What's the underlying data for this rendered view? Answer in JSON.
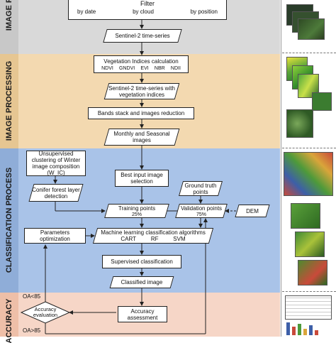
{
  "sections": [
    {
      "label": "IMAGE P",
      "color": "#d9d9d9"
    },
    {
      "label": "IMAGE PROCESSING",
      "color": "#f3d9b0"
    },
    {
      "label": "CLASSIFICATION PROCESS",
      "color": "#a9c3e8"
    },
    {
      "label": "ACCURACY",
      "color": "#f6d6c7"
    }
  ],
  "nodes": {
    "filter": "Filter",
    "filter_by_date": "by date",
    "filter_by_cloud": "by cloud",
    "filter_by_position": "by position",
    "s2_timeseries": "Sentinel-2 time-series",
    "veg_indices_title": "Vegetation Indices calculation",
    "veg_indices_list": [
      "NDVI",
      "GNDVI",
      "EVI",
      "NBR",
      "NDII"
    ],
    "s2_with_vi": "Sentinel-2 time-series with vegetation indices",
    "bands_stack": "Bands stack and images reduction",
    "monthly_seasonal": "Monthly and Seasonal images",
    "unsupervised": "Unsupervised clustering of Winter image composition (W_IC)",
    "conifer": "Conifer forest layer detection",
    "best_input": "Best input image selection",
    "ground_truth": "Ground truth points",
    "training_points": "Training points",
    "training_pct": "25%",
    "validation_points": "Validation points",
    "validation_pct": "75%",
    "dem": "DEM",
    "params_opt": "Parameters optimization",
    "ml_title": "Machine learning classification algorithms",
    "ml_algos": [
      "CART",
      "RF",
      "SVM"
    ],
    "supervised": "Supervised classification",
    "classified": "Classified image",
    "accuracy_assessment": "Accuracy assessment",
    "accuracy_evaluation": "Accuracy evaluation",
    "oa_low": "OA<85",
    "oa_high": "OA>85"
  },
  "colors": {
    "line": "#222222",
    "thumb_green": "#3f8a35",
    "thumb_dark": "#1f3d1c",
    "thumb_class": "#c94a3a",
    "bar_blue": "#3d5fa8"
  }
}
